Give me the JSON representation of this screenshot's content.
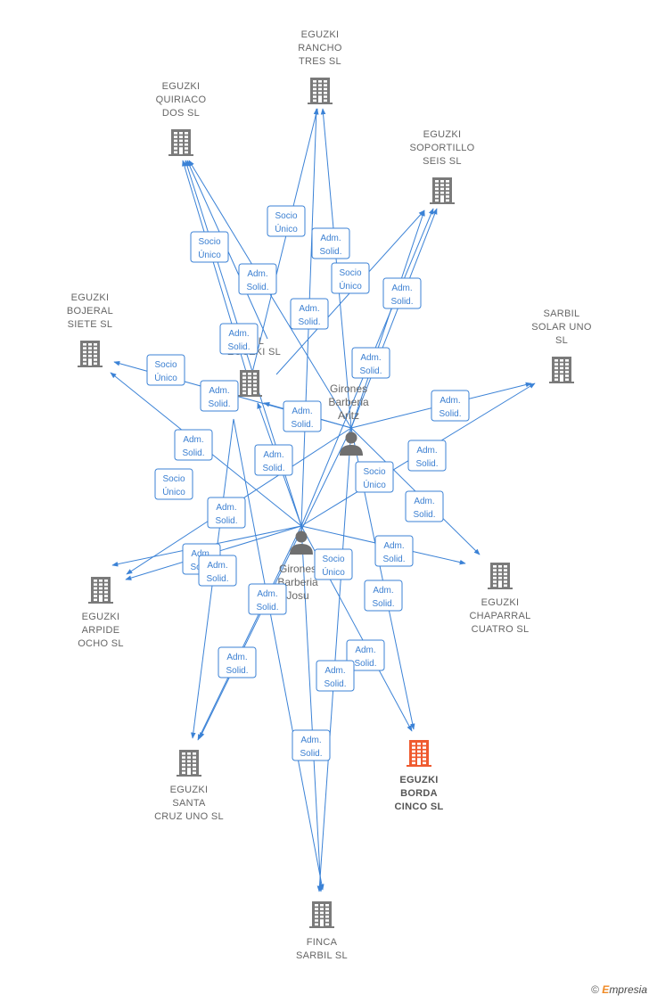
{
  "colors": {
    "edge": "#3b82d6",
    "building": "#7a7a7a",
    "building_focus": "#ef5a2f",
    "person": "#6f6f6f"
  },
  "companies": [
    {
      "id": "rancho",
      "lines": [
        "EGUZKI",
        "RANCHO",
        "TRES  SL"
      ]
    },
    {
      "id": "quiriaco",
      "lines": [
        "EGUZKI",
        "QUIRIACO",
        "DOS  SL"
      ]
    },
    {
      "id": "soportillo",
      "lines": [
        "EGUZKI",
        "SOPORTILLO",
        "SEIS  SL"
      ]
    },
    {
      "id": "bojeral",
      "lines": [
        "EGUZKI",
        "BOJERAL",
        "SIETE  SL"
      ]
    },
    {
      "id": "sarbil1",
      "lines": [
        "SARBIL",
        "SOLAR UNO",
        "SL"
      ]
    },
    {
      "id": "eguzkisl",
      "lines": [
        "L",
        "EGUZKI  SL"
      ]
    },
    {
      "id": "chaparral",
      "lines": [
        "EGUZKI",
        "CHAPARRAL",
        "CUATRO  SL"
      ]
    },
    {
      "id": "arpide",
      "lines": [
        "EGUZKI",
        "ARPIDE",
        "OCHO  SL"
      ]
    },
    {
      "id": "santacruz",
      "lines": [
        "EGUZKI",
        "SANTA",
        "CRUZ UNO  SL"
      ]
    },
    {
      "id": "borda",
      "lines": [
        "EGUZKI",
        "BORDA",
        "CINCO  SL"
      ],
      "focus": true
    },
    {
      "id": "finca",
      "lines": [
        "FINCA",
        "SARBIL  SL"
      ]
    }
  ],
  "persons": [
    {
      "id": "aritz",
      "lines": [
        "Girones",
        "Barberia",
        "Aritz"
      ]
    },
    {
      "id": "josu",
      "lines": [
        "Girones",
        "Barberia",
        "Josu"
      ]
    }
  ],
  "relations": [
    {
      "lines": [
        "Socio",
        "Único"
      ]
    },
    {
      "lines": [
        "Adm.",
        "Solid."
      ]
    },
    {
      "lines": [
        "Socio",
        "Único"
      ]
    },
    {
      "lines": [
        "Adm.",
        "Solid."
      ]
    },
    {
      "lines": [
        "Socio",
        "Único"
      ]
    },
    {
      "lines": [
        "Adm.",
        "Solid."
      ]
    },
    {
      "lines": [
        "Adm.",
        "Solid."
      ]
    },
    {
      "lines": [
        "Adm.",
        "Solid."
      ]
    },
    {
      "lines": [
        "Adm.",
        "Solid."
      ]
    },
    {
      "lines": [
        "Socio",
        "Único"
      ]
    },
    {
      "lines": [
        "Adm.",
        "Solid."
      ]
    },
    {
      "lines": [
        "Adm.",
        "Solid."
      ]
    },
    {
      "lines": [
        "Adm.",
        "Solid."
      ]
    },
    {
      "lines": [
        "Adm.",
        "Solid."
      ]
    },
    {
      "lines": [
        "Adm.",
        "Solid."
      ]
    },
    {
      "lines": [
        "Adm.",
        "Solid."
      ]
    },
    {
      "lines": [
        "Socio",
        "Único"
      ]
    },
    {
      "lines": [
        "Socio",
        "Único"
      ]
    },
    {
      "lines": [
        "Adm.",
        "Solid."
      ]
    },
    {
      "lines": [
        "Adm.",
        "Solid."
      ]
    },
    {
      "lines": [
        "Adm.",
        "Solid."
      ]
    },
    {
      "lines": [
        "Adm.",
        "Solid."
      ]
    },
    {
      "lines": [
        "Adm.",
        "Solid."
      ]
    },
    {
      "lines": [
        "Socio",
        "Único"
      ]
    },
    {
      "lines": [
        "Adm.",
        "Solid."
      ]
    },
    {
      "lines": [
        "Adm.",
        "Solid."
      ]
    },
    {
      "lines": [
        "Adm.",
        "Solid."
      ]
    },
    {
      "lines": [
        "Adm.",
        "Solid."
      ]
    },
    {
      "lines": [
        "Adm.",
        "Solid."
      ]
    },
    {
      "lines": [
        "Adm.",
        "Solid."
      ]
    }
  ],
  "footer": {
    "copyright": "©",
    "brand_e": "E",
    "brand_rest": "mpresia"
  }
}
